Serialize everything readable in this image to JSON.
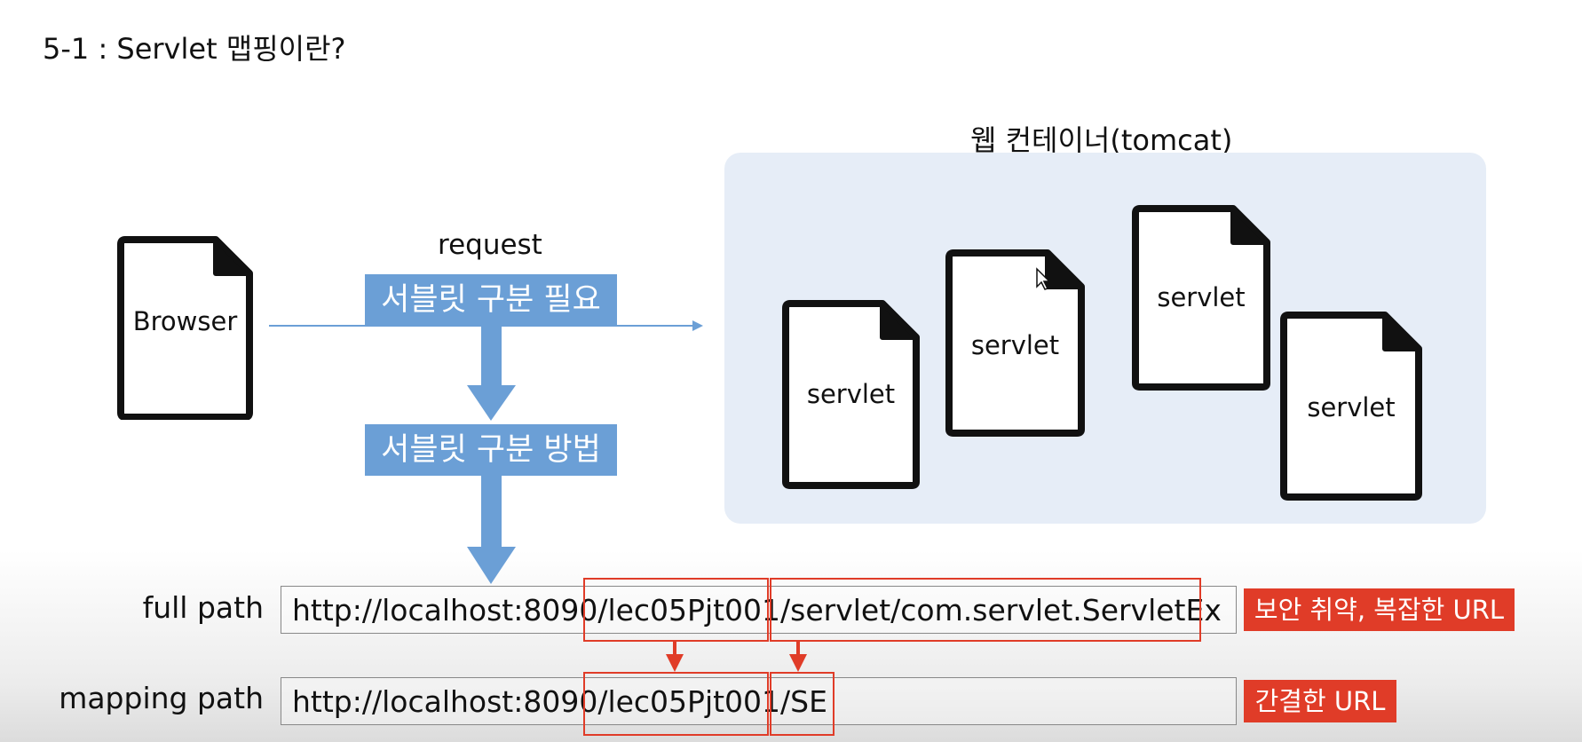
{
  "slide_title": "5-1 : Servlet 맵핑이란?",
  "container": {
    "label": "웹 컨테이너(tomcat)"
  },
  "browser": {
    "label": "Browser"
  },
  "servlets": [
    "servlet",
    "servlet",
    "servlet",
    "servlet"
  ],
  "request": {
    "label": "request",
    "need_box": "서블릿 구분 필요",
    "method_box": "서블릿 구분 방법"
  },
  "full_path": {
    "label": "full path",
    "url": "http://localhost:8090/lec05Pjt001/servlet/com.servlet.ServletEx",
    "tag": "보안 취약, 복잡한 URL"
  },
  "mapping_path": {
    "label": "mapping path",
    "url": "http://localhost:8090/lec05Pjt001/SE",
    "tag": "간결한 URL"
  },
  "colors": {
    "container_bg": "#e6edf7",
    "flow_blue": "#6b9fd6",
    "highlight_red": "#e03c28"
  }
}
